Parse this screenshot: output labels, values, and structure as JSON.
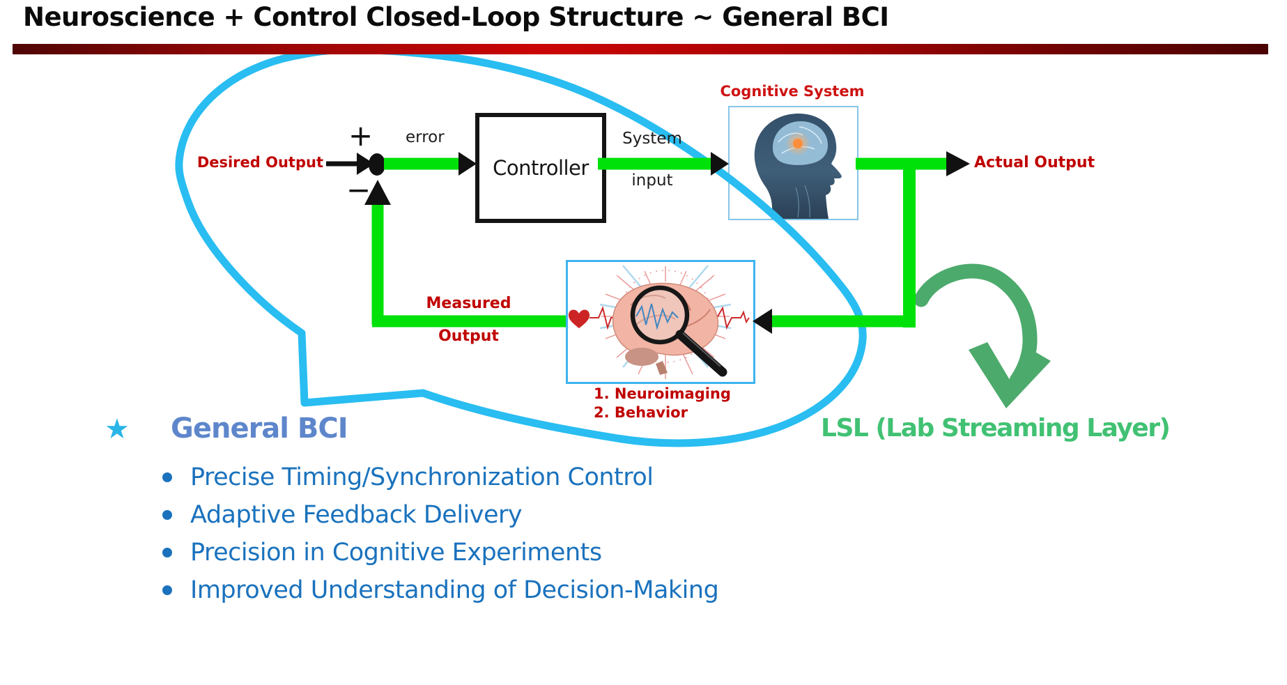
{
  "slide": {
    "title": "Neuroscience + Control Closed-Loop Structure ~ General BCI"
  },
  "diagram": {
    "desired_output_label": "Desired Output",
    "plus_sign": "+",
    "minus_sign": "−",
    "error_label": "error",
    "controller_label": "Controller",
    "system_input_line1": "System",
    "system_input_line2": "input",
    "cognitive_system_label": "Cognitive System",
    "actual_output_label": "Actual Output",
    "measured_output_line1": "Measured",
    "measured_output_line2": "Output",
    "measurement_items": [
      "1. Neuroimaging",
      "2. Behavior"
    ]
  },
  "lsl": {
    "label": "LSL (Lab Streaming Layer)"
  },
  "general_bci": {
    "star": "★",
    "heading": "General BCI",
    "bullets": [
      "Precise Timing/Synchronization Control",
      "Adaptive Feedback Delivery",
      "Precision in Cognitive Experiments",
      "Improved Understanding of Decision-Making"
    ]
  },
  "colors": {
    "bubble-cyan": "#29BDF1",
    "line-green": "#00E10A",
    "arrow-black": "#111111",
    "label-red": "#C00000",
    "cognitive-red": "#CE1212",
    "lsl-green": "#41C173",
    "curved-arrow-green": "#4CAA6C",
    "heading-blue": "#5E86CB",
    "star-cyan": "#2AB5E9",
    "bullet-blue": "#1A72BD",
    "bar-dark": "#4F0505",
    "bar-bright": "#CB0505",
    "bar-end": "#4A0202"
  }
}
